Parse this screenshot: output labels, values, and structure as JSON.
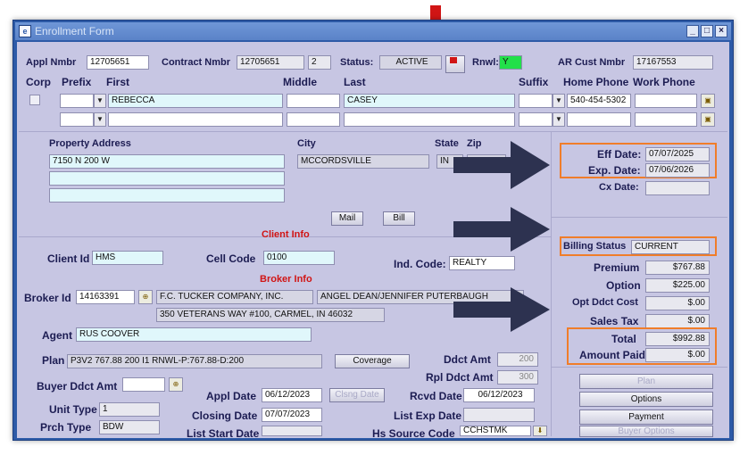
{
  "window": {
    "title": "Enrollment Form",
    "min": "_",
    "max": "□",
    "close": "×"
  },
  "header": {
    "appl_label": "Appl Nmbr",
    "appl_value": "12705651",
    "contract_label": "Contract Nmbr",
    "contract_value": "12705651",
    "contract_seq": "2",
    "status_label": "Status:",
    "status_value": "ACTIVE",
    "rnwl_label": "Rnwl:",
    "rnwl_value": "Y",
    "ar_label": "AR Cust Nmbr",
    "ar_value": "17167553"
  },
  "name_cols": {
    "corp": "Corp",
    "prefix": "Prefix",
    "first": "First",
    "middle": "Middle",
    "last": "Last",
    "suffix": "Suffix",
    "home": "Home Phone",
    "work": "Work Phone"
  },
  "name_row1": {
    "first": "REBECCA",
    "last": "CASEY",
    "home": "540-454-5302"
  },
  "property": {
    "address_label": "Property Address",
    "address1": "7150 N 200 W",
    "city_label": "City",
    "city": "MCCORDSVILLE",
    "state_label": "State",
    "state": "IN",
    "zip_label": "Zip",
    "mail": "Mail",
    "bill": "Bill"
  },
  "dates": {
    "eff_label": "Eff Date:",
    "eff_value": "07/07/2025",
    "exp_label": "Exp. Date:",
    "exp_value": "07/06/2026",
    "cx_label": "Cx Date:"
  },
  "client": {
    "section": "Client Info",
    "id_label": "Client Id",
    "id_value": "HMS",
    "cell_label": "Cell Code",
    "cell_value": "0100",
    "ind_label": "Ind. Code:",
    "ind_value": "REALTY"
  },
  "billing": {
    "status_label": "Billing Status",
    "status_value": "CURRENT",
    "premium_label": "Premium",
    "premium": "$767.88",
    "option_label": "Option",
    "option": "$225.00",
    "opt_ddct_label": "Opt Ddct Cost",
    "opt_ddct": "$.00",
    "sales_tax_label": "Sales Tax",
    "sales_tax": "$.00",
    "total_label": "Total",
    "total": "$992.88",
    "paid_label": "Amount Paid",
    "paid": "$.00"
  },
  "broker": {
    "section": "Broker Info",
    "id_label": "Broker Id",
    "id_value": "14163391",
    "company": "F.C. TUCKER COMPANY, INC.",
    "contact": "ANGEL DEAN/JENNIFER PUTERBAUGH",
    "address": "350 VETERANS WAY #100, CARMEL, IN 46032",
    "agent_label": "Agent",
    "agent_value": "RUS COOVER"
  },
  "plan": {
    "plan_label": "Plan",
    "plan_value": "P3V2 767.88 200 I1 RNWL-P:767.88-D:200",
    "coverage": "Coverage",
    "ddct_label": "Ddct Amt",
    "ddct_value": "200",
    "rpl_label": "Rpl Ddct Amt",
    "rpl_value": "300",
    "buyer_label": "Buyer Ddct Amt",
    "appl_date_label": "Appl Date",
    "appl_date": "06/12/2023",
    "closing_btn": "Clsng Date",
    "rcvd_label": "Rcvd Date",
    "rcvd_date": "06/12/2023",
    "unit_label": "Unit Type",
    "unit_value": "1",
    "closing_label": "Closing Date",
    "closing_date": "07/07/2023",
    "list_exp_label": "List Exp Date",
    "prch_label": "Prch Type",
    "prch_value": "BDW",
    "list_start_label": "List Start Date",
    "source_label": "Hs Source Code",
    "source_value": "CCHSTMK"
  },
  "actions": {
    "plan": "Plan",
    "options": "Options",
    "payment": "Payment",
    "buyer_options": "Buyer Options"
  },
  "colors": {
    "annotation_arrow": "#2d3250",
    "annotation_pointer": "#d11515",
    "highlight_box": "#f07d2a",
    "rnwl_bg": "#22e04a"
  }
}
